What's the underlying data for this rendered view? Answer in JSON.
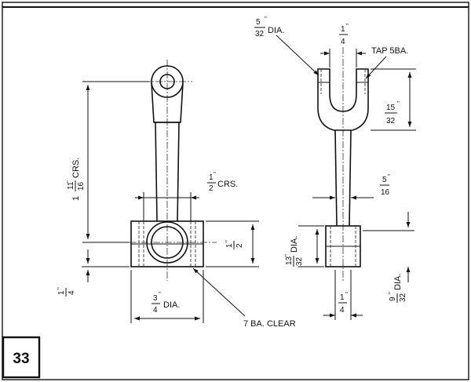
{
  "figure_number": "33",
  "left_view": {
    "centres_num": "11",
    "centres_den": "16",
    "centres_whole": "1",
    "centres_suffix": "CRS.",
    "offset_num": "1",
    "offset_den": "2",
    "offset_suffix": "CRS.",
    "half_num": "1",
    "half_den": "2",
    "quarter_num": "1",
    "quarter_den": "4",
    "bore_num": "3",
    "bore_den": "4",
    "bore_suffix": "DIA.",
    "clear_note": "7 BA. CLEAR"
  },
  "right_view": {
    "pin_num": "5",
    "pin_den": "32",
    "pin_suffix": "DIA.",
    "fork_num": "1",
    "fork_den": "4",
    "tap_note": "TAP 5BA.",
    "jaw_num": "15",
    "jaw_den": "32",
    "rod_num": "5",
    "rod_den": "16",
    "big_num": "13",
    "big_den": "32",
    "big_suffix": "DIA.",
    "bigw_num": "1",
    "bigw_den": "4",
    "bigend_num": "9",
    "bigend_den": "32",
    "bigend_suffix": "DIA."
  }
}
